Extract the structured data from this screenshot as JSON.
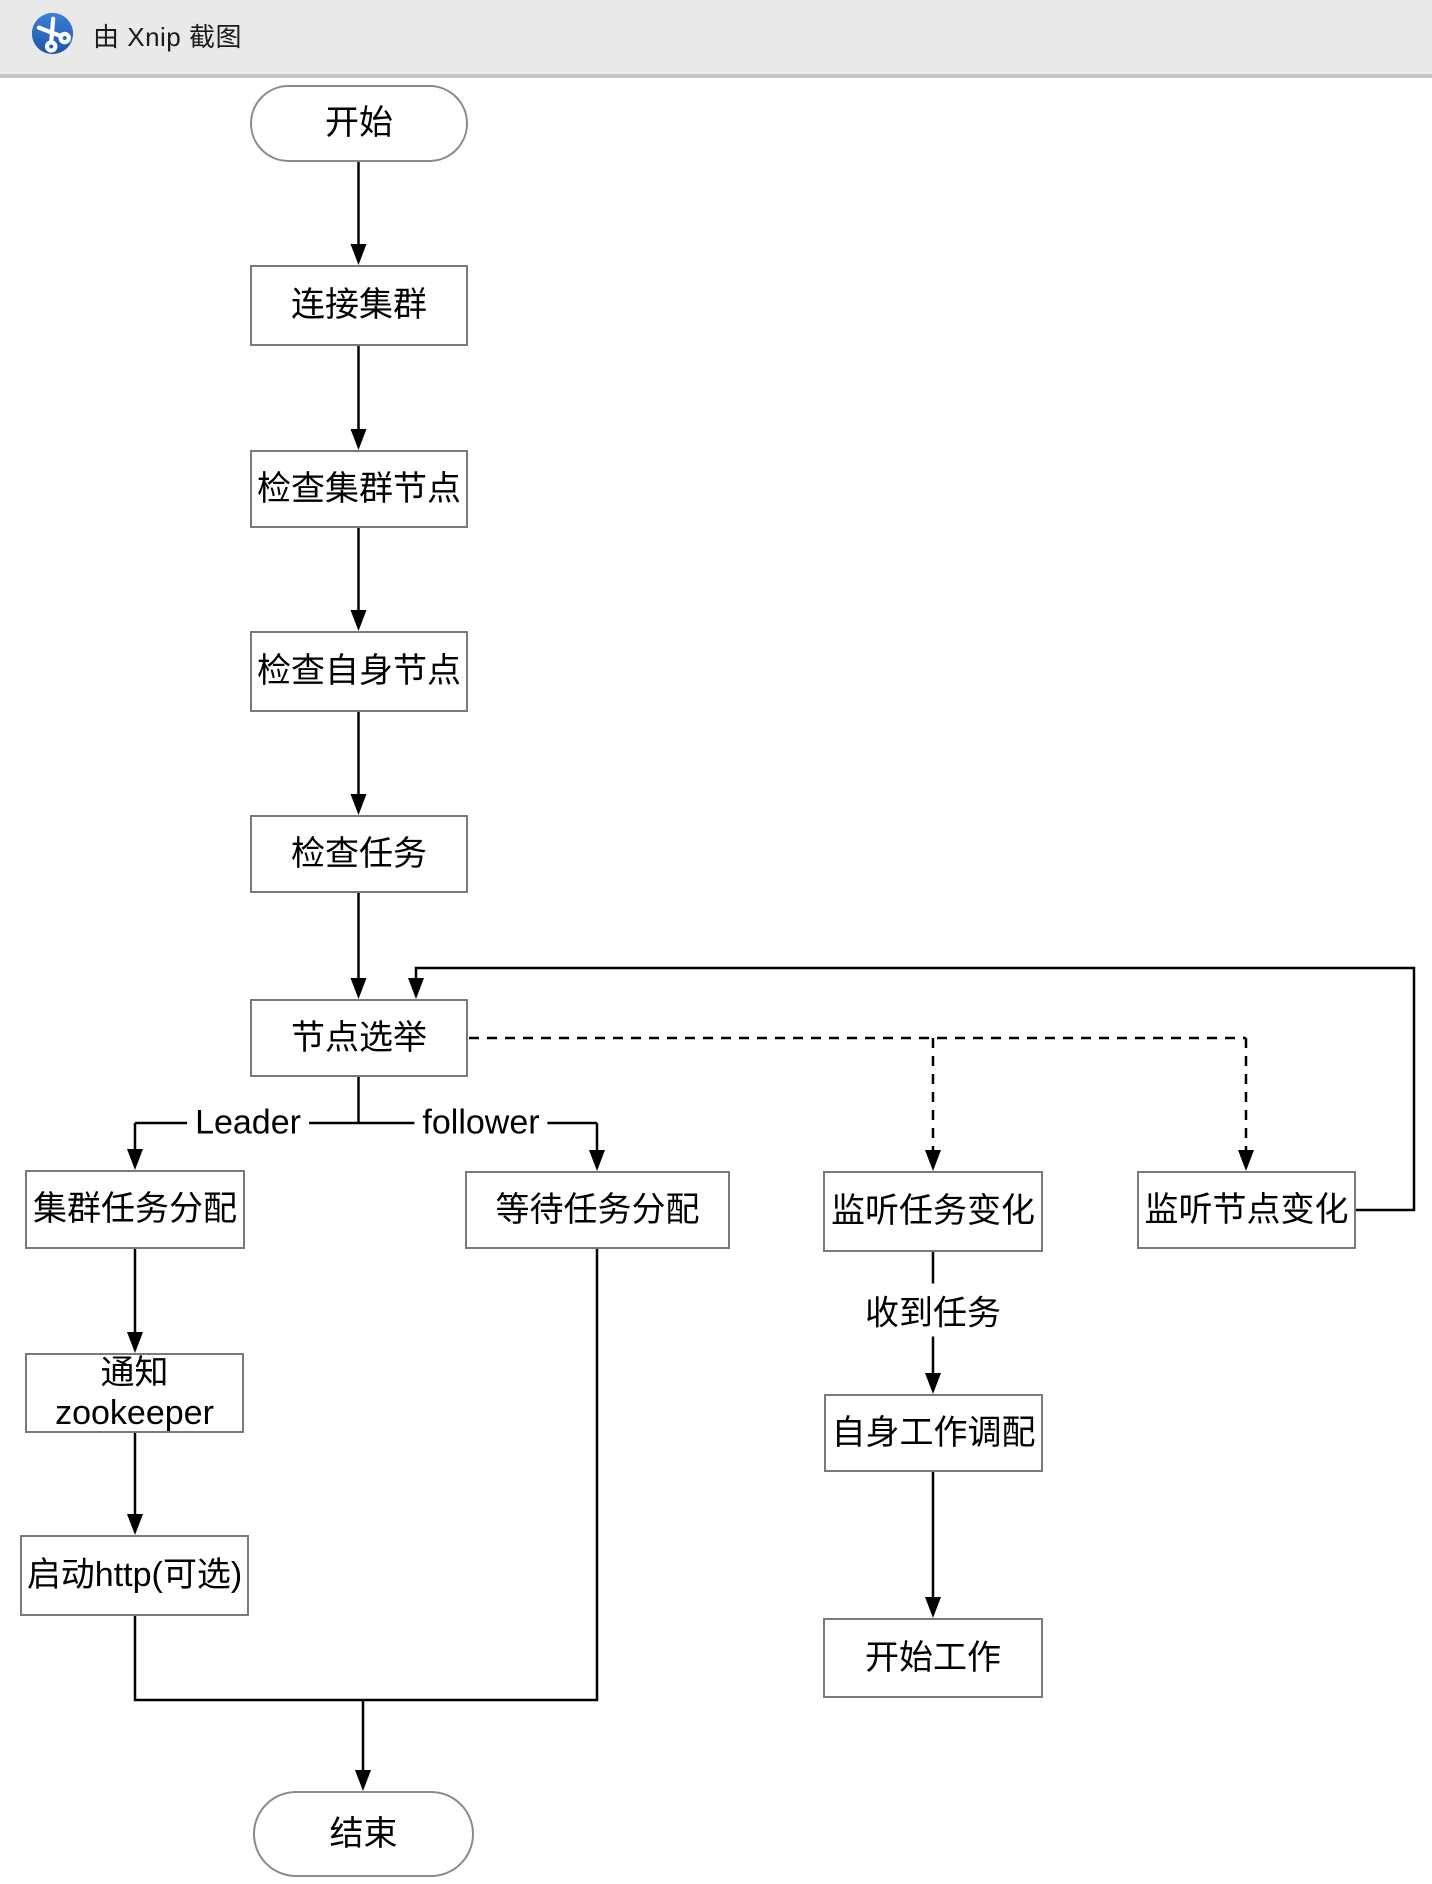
{
  "header": {
    "title": "由 Xnip 截图",
    "logo_icon": "xnip-scissors-icon",
    "colors": {
      "bar_background": "#e9e9e9",
      "bar_border": "#c5c5c5",
      "logo_blue_light": "#3d7fd9",
      "logo_blue_dark": "#1d55a9"
    }
  },
  "flowchart": {
    "colors": {
      "line": "#000000",
      "box_border": "#7a7a7a",
      "text": "#000000",
      "background": "#ffffff"
    },
    "nodes": [
      {
        "id": "start",
        "shape": "terminal",
        "label": "开始"
      },
      {
        "id": "connect-cluster",
        "shape": "process",
        "label": "连接集群"
      },
      {
        "id": "check-cluster-nodes",
        "shape": "process",
        "label": "检查集群节点"
      },
      {
        "id": "check-own-node",
        "shape": "process",
        "label": "检查自身节点"
      },
      {
        "id": "check-tasks",
        "shape": "process",
        "label": "检查任务"
      },
      {
        "id": "node-election",
        "shape": "process",
        "label": "节点选举"
      },
      {
        "id": "cluster-task-assign",
        "shape": "process",
        "label": "集群任务分配"
      },
      {
        "id": "wait-task-assign",
        "shape": "process",
        "label": "等待任务分配"
      },
      {
        "id": "watch-task-changes",
        "shape": "process",
        "label": "监听任务变化"
      },
      {
        "id": "watch-node-changes",
        "shape": "process",
        "label": "监听节点变化"
      },
      {
        "id": "notify-zookeeper",
        "shape": "process",
        "label": "通知 zookeeper"
      },
      {
        "id": "start-http",
        "shape": "process",
        "label": "启动http(可选)"
      },
      {
        "id": "self-work-allocate",
        "shape": "process",
        "label": "自身工作调配"
      },
      {
        "id": "start-work",
        "shape": "process",
        "label": "开始工作"
      },
      {
        "id": "end",
        "shape": "terminal",
        "label": "结束"
      }
    ],
    "edge_labels": [
      {
        "id": "leader",
        "text": "Leader"
      },
      {
        "id": "follower",
        "text": "follower"
      },
      {
        "id": "task-received",
        "text": "收到任务"
      }
    ],
    "edges": [
      {
        "from": "start",
        "to": "connect-cluster",
        "style": "solid"
      },
      {
        "from": "connect-cluster",
        "to": "check-cluster-nodes",
        "style": "solid"
      },
      {
        "from": "check-cluster-nodes",
        "to": "check-own-node",
        "style": "solid"
      },
      {
        "from": "check-own-node",
        "to": "check-tasks",
        "style": "solid"
      },
      {
        "from": "check-tasks",
        "to": "node-election",
        "style": "solid"
      },
      {
        "from": "node-election",
        "to": "cluster-task-assign",
        "style": "solid",
        "label": "Leader"
      },
      {
        "from": "node-election",
        "to": "wait-task-assign",
        "style": "solid",
        "label": "follower"
      },
      {
        "from": "node-election",
        "to": "watch-task-changes",
        "style": "dashed"
      },
      {
        "from": "node-election",
        "to": "watch-node-changes",
        "style": "dashed"
      },
      {
        "from": "cluster-task-assign",
        "to": "notify-zookeeper",
        "style": "solid"
      },
      {
        "from": "notify-zookeeper",
        "to": "start-http",
        "style": "solid"
      },
      {
        "from": "start-http",
        "to": "end",
        "style": "solid"
      },
      {
        "from": "wait-task-assign",
        "to": "end",
        "style": "solid"
      },
      {
        "from": "watch-task-changes",
        "to": "self-work-allocate",
        "style": "solid",
        "label": "收到任务"
      },
      {
        "from": "self-work-allocate",
        "to": "start-work",
        "style": "solid"
      },
      {
        "from": "watch-node-changes",
        "to": "node-election",
        "style": "solid",
        "note": "feedback loop"
      }
    ]
  }
}
